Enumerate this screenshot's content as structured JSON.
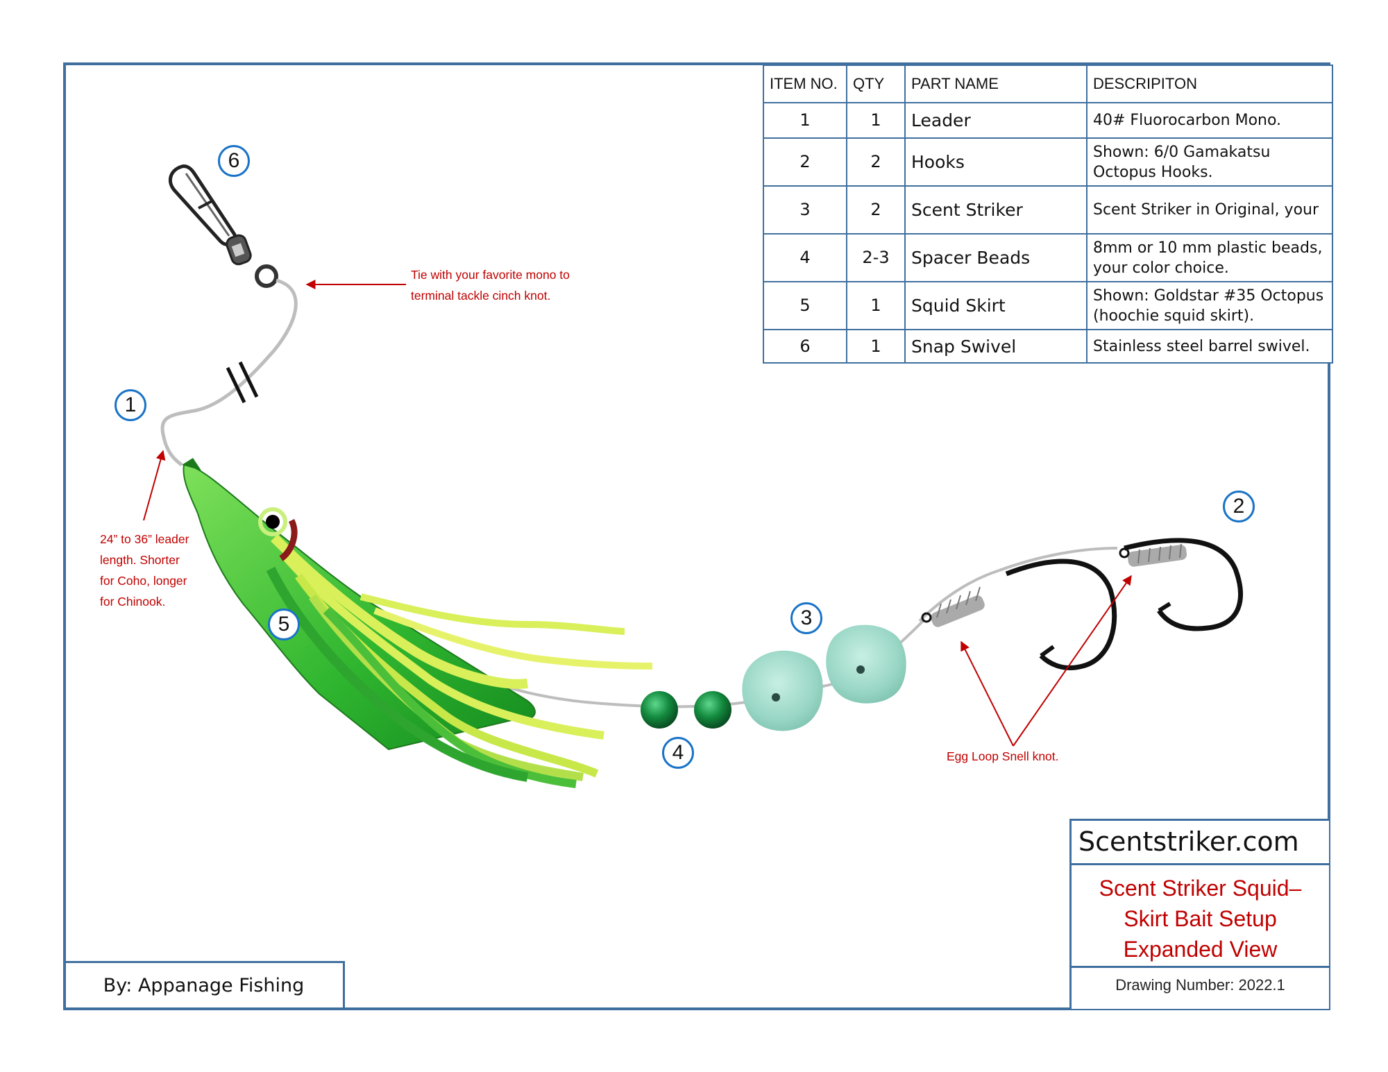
{
  "parts_table": {
    "headers": [
      "ITEM NO.",
      "QTY",
      "PART NAME",
      "DESCRIPITON"
    ],
    "rows": [
      {
        "item": "1",
        "qty": "1",
        "part": "Leader",
        "desc": "40# Fluorocarbon Mono."
      },
      {
        "item": "2",
        "qty": "2",
        "part": "Hooks",
        "desc": "Shown: 6/0 Gamakatsu Octopus Hooks."
      },
      {
        "item": "3",
        "qty": "2",
        "part": "Scent Striker",
        "desc": "Scent Striker  in Original, your"
      },
      {
        "item": "4",
        "qty": "2-3",
        "part": "Spacer Beads",
        "desc": "8mm or 10 mm plastic beads, your color choice."
      },
      {
        "item": "5",
        "qty": "1",
        "part": "Squid Skirt",
        "desc": "Shown: Goldstar #35 Octopus (hoochie squid skirt)."
      },
      {
        "item": "6",
        "qty": "1",
        "part": "Snap Swivel",
        "desc": "Stainless steel barrel swivel."
      }
    ]
  },
  "callouts": [
    "1",
    "2",
    "3",
    "4",
    "5",
    "6"
  ],
  "notes": {
    "swivel_knot": "Tie with your favorite mono to\nterminal tackle cinch knot.",
    "leader_length": "24” to 36” leader\nlength. Shorter\nfor Coho, longer\nfor Chinook.",
    "snell_knot": "Egg Loop Snell  knot."
  },
  "title_block": {
    "website": "Scentstriker.com",
    "title_lines": [
      "Scent Striker Squid–",
      "Skirt Bait Setup",
      "Expanded View"
    ],
    "drawing_number": "Drawing Number: 2022.1"
  },
  "author": "By: Appanage Fishing",
  "colors": {
    "frame": "#3f6f9f",
    "callout_ring": "#1a73c7",
    "note_text": "#c00000",
    "skirt_green": "#2fb52f",
    "skirt_yellow": "#d9f05a",
    "bead_green": "#157a3c",
    "scent_striker": "#9fd9c9"
  },
  "icons": [
    "snap-swivel-icon",
    "squid-skirt-icon",
    "spacer-bead-icon",
    "scent-striker-icon",
    "octopus-hook-icon",
    "snell-knot-icon"
  ]
}
